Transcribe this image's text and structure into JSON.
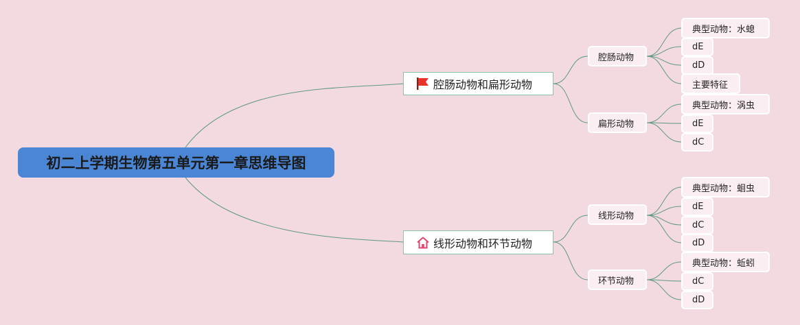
{
  "root": {
    "label": "初二上学期生物第五单元第一章思维导图"
  },
  "branches": [
    {
      "label": "腔肠动物和扁形动物",
      "icon": "red-flag-icon",
      "children": [
        {
          "label": "腔肠动物",
          "leaves": [
            "典型动物：水螅",
            "dE",
            "dD",
            "主要特征"
          ]
        },
        {
          "label": "扁形动物",
          "leaves": [
            "典型动物：涡虫",
            "dE",
            "dC"
          ]
        }
      ]
    },
    {
      "label": "线形动物和环节动物",
      "icon": "home-icon",
      "children": [
        {
          "label": "线形动物",
          "leaves": [
            "典型动物：蛔虫",
            "dE",
            "dC",
            "dD"
          ]
        },
        {
          "label": "环节动物",
          "leaves": [
            "典型动物：蚯蚓",
            "dC",
            "dD"
          ]
        }
      ]
    }
  ],
  "colors": {
    "background": "#f3d9e0",
    "root_fill": "#4a86d4",
    "link_stroke": "#5e9a7e",
    "node_fill": "#ffffff",
    "leaf_fill": "#fbeef2",
    "flag_red": "#e8332a",
    "home_pink": "#e0466c"
  }
}
